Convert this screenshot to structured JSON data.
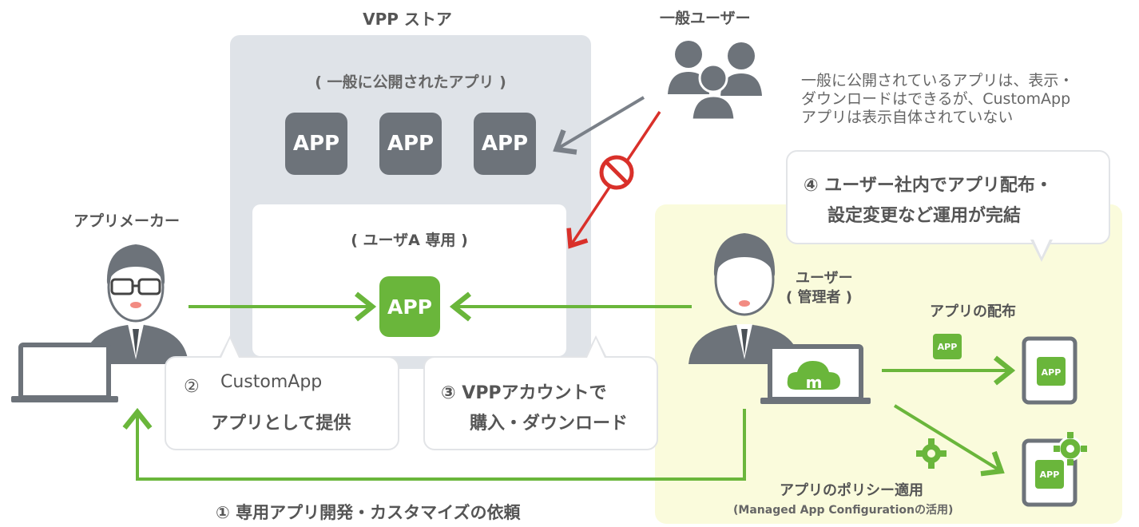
{
  "store": {
    "title": "VPP ストア",
    "public_label": "( 一般に公開されたアプリ )",
    "private_label": "( ユーザA 専用 )"
  },
  "app_tile_label": "APP",
  "actors": {
    "general_users": "一般ユーザー",
    "app_maker": "アプリメーカー",
    "admin_line1": "ユーザー",
    "admin_line2": "( 管理者 )"
  },
  "note": {
    "line1": "一般に公開されているアプリは、表示・",
    "line2": "ダウンロードはできるが、CustomApp",
    "line3": "アプリは表示自体されていない"
  },
  "steps": {
    "step1": "① 専用アプリ開発・カスタマイズの依頼",
    "step2_line1_num": "②",
    "step2_line1": "CustomApp",
    "step2_line2": "アプリとして提供",
    "step3_line1": "③ VPPアカウントで",
    "step3_line2": "購入・ダウンロード",
    "step4_line1": "④ ユーザー社内でアプリ配布・",
    "step4_line2": "設定変更など運用が完結"
  },
  "admin_area": {
    "distribution_label": "アプリの配布",
    "policy_label": "アプリのポリシー適用",
    "policy_sub": "(Managed App Configurationの活用)"
  },
  "colors": {
    "green": "#6ab63b",
    "gray_arrow": "#7a8088",
    "red": "#d9302a",
    "store_bg": "#dfe3e8",
    "yellow_zone": "#fafbdc"
  }
}
